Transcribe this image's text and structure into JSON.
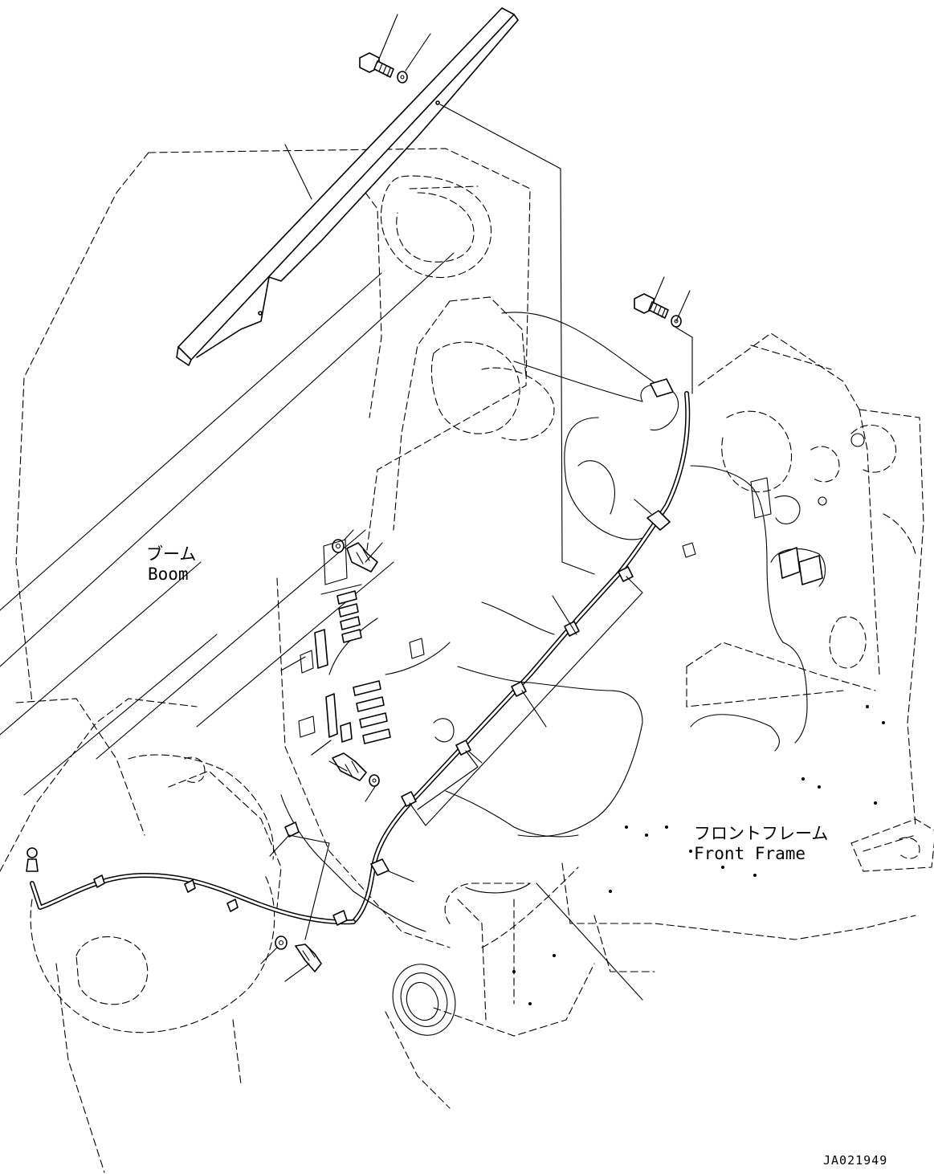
{
  "labels": {
    "boom_ja": "ブーム",
    "boom_en": "Boom",
    "front_frame_ja": "フロントフレーム",
    "front_frame_en": "Front Frame"
  },
  "drawing_code": "JA021949"
}
